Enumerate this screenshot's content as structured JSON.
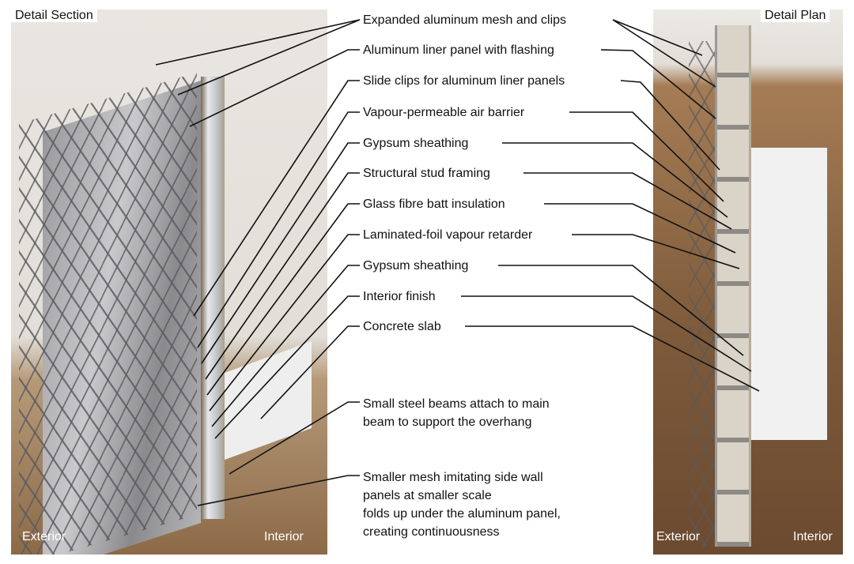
{
  "left_photo": {
    "title": "Detail Section",
    "exterior": "Exterior",
    "interior": "Interior"
  },
  "right_photo": {
    "title": "Detail Plan",
    "exterior": "Exterior",
    "interior": "Interior"
  },
  "labels": [
    "Expanded aluminum mesh and clips",
    "Aluminum liner panel with flashing",
    "Slide clips for aluminum liner panels",
    "Vapour-permeable air barrier",
    "Gypsum sheathing",
    "Structural stud framing",
    "Glass fibre batt insulation",
    "Laminated-foil vapour retarder",
    "Gypsum sheathing",
    "Interior finish",
    "Concrete slab"
  ],
  "notes": [
    {
      "lines": [
        "Small steel beams attach to main",
        "beam to support the overhang"
      ]
    },
    {
      "lines": [
        "Smaller mesh imitating side wall",
        "panels at smaller scale",
        "folds up under the aluminum panel,",
        "creating continuousness"
      ]
    }
  ]
}
